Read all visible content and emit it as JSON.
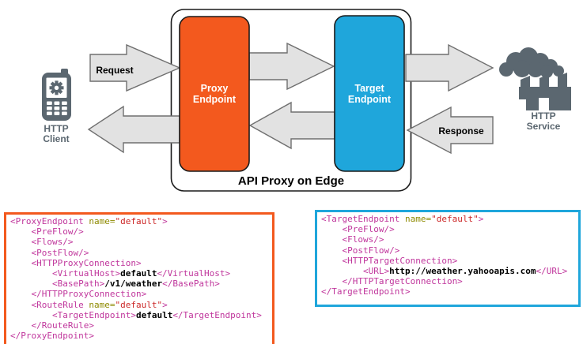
{
  "colors": {
    "icon": "#5B6770",
    "label_gray": "#5B6770",
    "arrow_fill": "#E2E2E2",
    "arrow_stroke": "#6F6F6F",
    "frame_stroke": "#1A1A1A",
    "proxy_orange": "#F3591E",
    "target_blue": "#1FA6DB",
    "tok_tag": "#C0369C",
    "tok_attr": "#8E8A00",
    "tok_value": "#CC2727",
    "tok_text": "#000000"
  },
  "diagram": {
    "title": "API Proxy on Edge",
    "client_label": "HTTP\nClient",
    "service_label": "HTTP\nService",
    "proxy_box_label": "Proxy\nEndpoint",
    "target_box_label": "Target\nEndpoint",
    "request_label": "Request",
    "response_label": "Response"
  },
  "code_blocks": [
    {
      "name": "proxy-endpoint-xml",
      "accent": "#F3591E",
      "lines": [
        [
          [
            "t",
            "<ProxyEndpoint "
          ],
          [
            "a",
            "name="
          ],
          [
            "v",
            "\"default\""
          ],
          [
            "t",
            ">"
          ]
        ],
        [
          [
            "t",
            "    <PreFlow/>"
          ]
        ],
        [
          [
            "t",
            "    <Flows/>"
          ]
        ],
        [
          [
            "t",
            "    <PostFlow/>"
          ]
        ],
        [
          [
            "t",
            "    <HTTPProxyConnection>"
          ]
        ],
        [
          [
            "t",
            "        <VirtualHost>"
          ],
          [
            "p",
            "default"
          ],
          [
            "t",
            "</VirtualHost>"
          ]
        ],
        [
          [
            "t",
            "        <BasePath>"
          ],
          [
            "p",
            "/v1/weather"
          ],
          [
            "t",
            "</BasePath>"
          ]
        ],
        [
          [
            "t",
            "    </HTTPProxyConnection>"
          ]
        ],
        [
          [
            "t",
            "    <RouteRule "
          ],
          [
            "a",
            "name="
          ],
          [
            "v",
            "\"default\""
          ],
          [
            "t",
            ">"
          ]
        ],
        [
          [
            "t",
            "        <TargetEndpoint>"
          ],
          [
            "p",
            "default"
          ],
          [
            "t",
            "</TargetEndpoint>"
          ]
        ],
        [
          [
            "t",
            "    </RouteRule>"
          ]
        ],
        [
          [
            "t",
            "</ProxyEndpoint>"
          ]
        ]
      ]
    },
    {
      "name": "target-endpoint-xml",
      "accent": "#1FA6DB",
      "lines": [
        [
          [
            "t",
            "<TargetEndpoint "
          ],
          [
            "a",
            "name="
          ],
          [
            "v",
            "\"default\""
          ],
          [
            "t",
            ">"
          ]
        ],
        [
          [
            "t",
            "    <PreFlow/>"
          ]
        ],
        [
          [
            "t",
            "    <Flows/>"
          ]
        ],
        [
          [
            "t",
            "    <PostFlow/>"
          ]
        ],
        [
          [
            "t",
            "    <HTTPTargetConnection>"
          ]
        ],
        [
          [
            "t",
            "        <URL>"
          ],
          [
            "p",
            "http://weather.yahooapis.com"
          ],
          [
            "t",
            "</URL>"
          ]
        ],
        [
          [
            "t",
            "    </HTTPTargetConnection>"
          ]
        ],
        [
          [
            "t",
            "</TargetEndpoint>"
          ]
        ]
      ]
    }
  ]
}
